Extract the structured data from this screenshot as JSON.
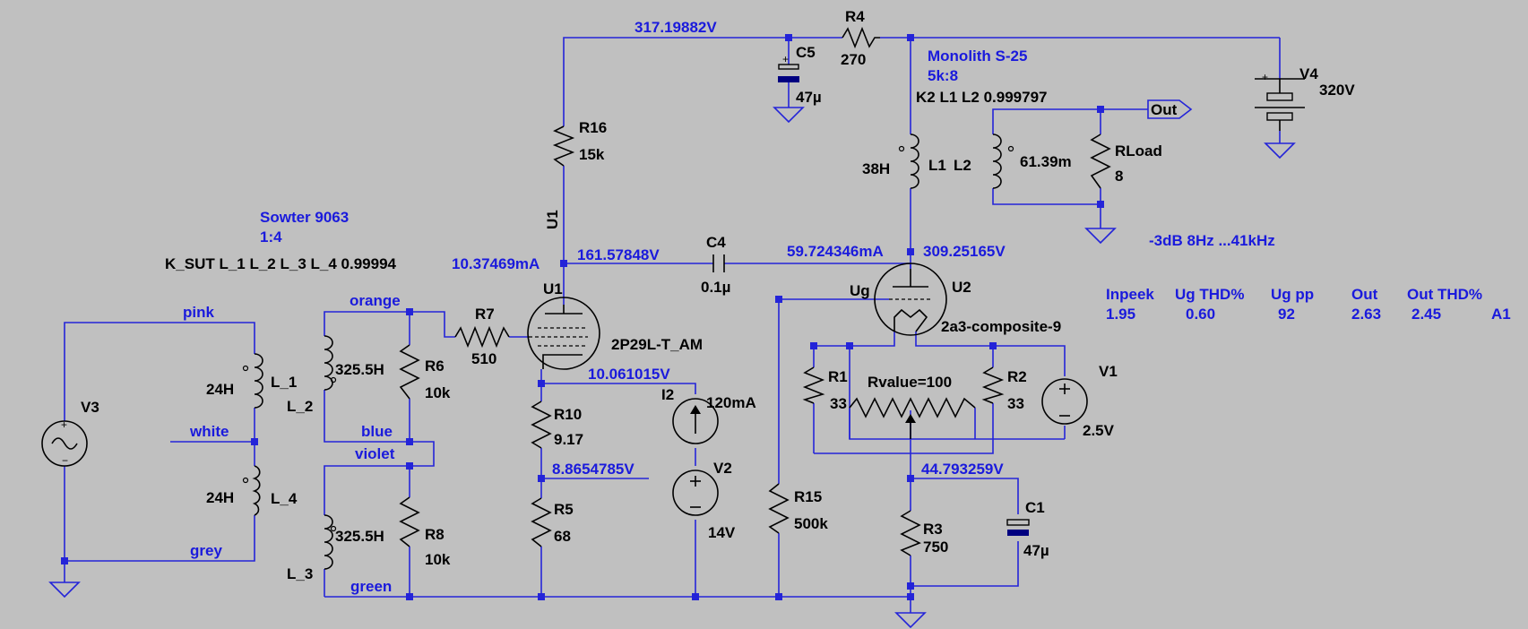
{
  "diagram": {
    "title": "",
    "colors": {
      "background": "#c0c0c0",
      "wire": "#2424d8",
      "component": "#000000",
      "net_label": "#1a1adc",
      "capacitor_plate": "#000080"
    },
    "nodes": {
      "top_voltage": "317.19882V",
      "plate_u1_current": "10.37469mA",
      "plate_u1_voltage": "161.57848V",
      "plate_u2_current": "59.724346mA",
      "plate_u2_voltage": "309.25165V",
      "cathode_u1_voltage": "10.061015V",
      "node_r10_r5": "8.8654785V",
      "cathode_u2_voltage": "44.793259V"
    },
    "components": {
      "R4": {
        "name": "R4",
        "value": "270"
      },
      "C5": {
        "name": "C5",
        "value": "47µ"
      },
      "R16": {
        "name": "R16",
        "value": "15k"
      },
      "V4": {
        "name": "V4",
        "value": "320V"
      },
      "L1": {
        "name": "L1",
        "value": "38H"
      },
      "L2": {
        "name": "L2",
        "value": "61.39m"
      },
      "RLoad": {
        "name": "RLoad",
        "value": "8"
      },
      "C4": {
        "name": "C4",
        "value": "0.1µ"
      },
      "U1": {
        "name": "U1",
        "model": "2P29L-T_AM",
        "side_label": "U1"
      },
      "U2": {
        "name": "U2",
        "model": "2a3-composite-9",
        "grid_label": "Ug"
      },
      "R7": {
        "name": "R7",
        "value": "510"
      },
      "R6": {
        "name": "R6",
        "value": "10k"
      },
      "R8": {
        "name": "R8",
        "value": "10k"
      },
      "L_1": {
        "name": "L_1",
        "value": "24H"
      },
      "L_4": {
        "name": "L_4",
        "value": "24H"
      },
      "L_2": {
        "name": "L_2",
        "value": "325.5H"
      },
      "L_3": {
        "name": "L_3",
        "value": "325.5H"
      },
      "V3": {
        "name": "V3"
      },
      "R10": {
        "name": "R10",
        "value": "9.17"
      },
      "R5": {
        "name": "R5",
        "value": "68"
      },
      "I2": {
        "name": "I2",
        "value": "120mA"
      },
      "V2": {
        "name": "V2",
        "value": "14V"
      },
      "R15": {
        "name": "R15",
        "value": "500k"
      },
      "R1": {
        "name": "R1",
        "value": "33"
      },
      "R2": {
        "name": "R2",
        "value": "33"
      },
      "Rpot": {
        "value": "Rvalue=100"
      },
      "V1": {
        "name": "V1",
        "value": "2.5V"
      },
      "R3": {
        "name": "R3",
        "value": "750"
      },
      "C1": {
        "name": "C1",
        "value": "47µ"
      }
    },
    "wire_labels": {
      "pink": "pink",
      "white": "white",
      "grey": "grey",
      "orange": "orange",
      "blue": "blue",
      "violet": "violet",
      "green": "green",
      "out": "Out"
    },
    "annotations": {
      "sowter_name": "Sowter 9063",
      "sowter_ratio": "1:4",
      "coupling_sut": "K_SUT L_1 L_2 L_3 L_4 0.99994",
      "monolith_name": "Monolith S-25",
      "monolith_ratio": "5k:8",
      "coupling_k2": "K2 L1 L2 0.999797",
      "bandwidth": "-3dB 8Hz ...41kHz"
    },
    "measurements": {
      "headers": [
        "Inpeek",
        "Ug THD%",
        "Ug pp",
        "Out",
        "Out THD%"
      ],
      "values": [
        "1.95",
        "0.60",
        "92",
        "2.63",
        "2.45"
      ],
      "row_label": "A1"
    }
  }
}
